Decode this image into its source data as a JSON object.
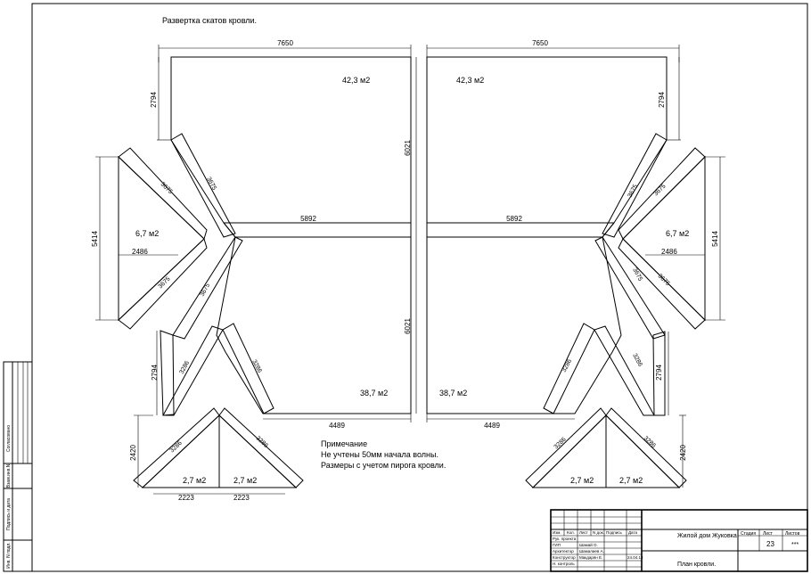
{
  "title": "Развертка скатов кровли.",
  "dims": {
    "top_width": "7650",
    "left_height": "2794",
    "main_height": "6021",
    "ridge": "5892",
    "hip_side": "5414",
    "hip_slope": "3675",
    "hip_width": "2486",
    "lower_left": "2794",
    "bottom_run": "4489",
    "small_slope": "3286",
    "small_height": "2420",
    "small_half": "2223"
  },
  "areas": {
    "main": "42,3 м2",
    "main_low": "38,7 м2",
    "hip": "6,7 м2",
    "small": "2,7 м2"
  },
  "note": {
    "heading": "Примечание",
    "line1": "Не учтены 50мм начала волны.",
    "line2": "Размеры с учетом пирога кровли."
  },
  "side_stamp": {
    "agreed": "Согласовано",
    "replaced": "Взам.инв.N",
    "sign_date": "Подпись и дата",
    "inv": "Инв. N подл."
  },
  "title_block": {
    "head": [
      "Изм.",
      "Кол.",
      "Лист",
      "N док.",
      "Подпись",
      "Дата"
    ],
    "rows": [
      {
        "role": "Рук. проекта",
        "name": "",
        "date": ""
      },
      {
        "role": "ГИП",
        "name": "Шамай О.",
        "date": ""
      },
      {
        "role": "Архитектор",
        "name": "Шамалиев А.",
        "date": ""
      },
      {
        "role": "Конструктор",
        "name": "Макдарян Е.",
        "date": "24.04.13"
      },
      {
        "role": "Н. контроль",
        "name": "",
        "date": ""
      }
    ],
    "project": "Жилой дом Жуковка",
    "stage_h": "Стадия",
    "sheet_h": "Лист",
    "sheets_h": "Листов",
    "sheet_no": "23",
    "sheets_total": "***",
    "drawing": "План кровли."
  }
}
